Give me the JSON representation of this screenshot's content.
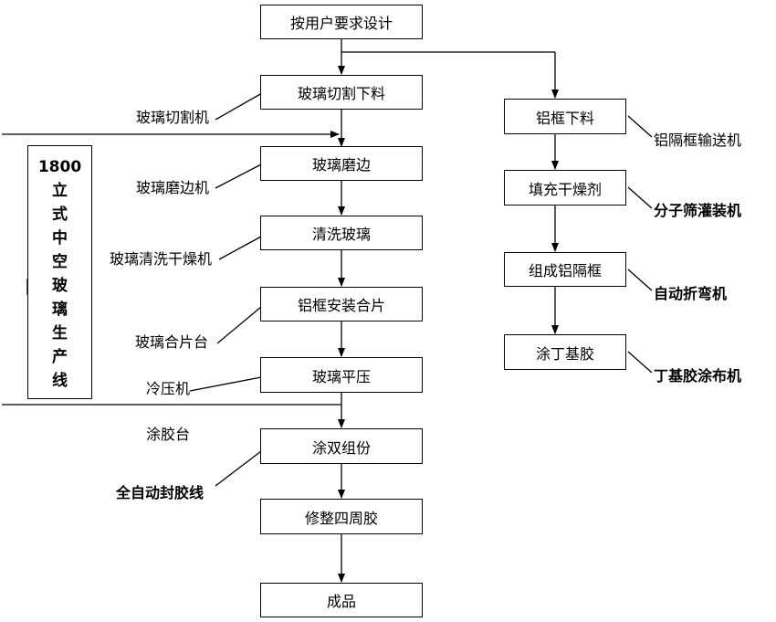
{
  "left_steps": [
    "按用户要求设计",
    "玻璃切割下料",
    "玻璃磨边",
    "清洗玻璃",
    "铝框安装合片",
    "玻璃平压",
    "涂双组份",
    "修整四周胶",
    "成品"
  ],
  "right_steps": [
    "铝框下料",
    "填充干燥剂",
    "组成铝隔框",
    "涂丁基胶"
  ],
  "left_machines": [
    "玻璃切割机",
    "玻璃磨边机",
    "玻璃清洗干燥机",
    "玻璃合片台",
    "冷压机",
    "涂胶台",
    "全自动封胶线"
  ],
  "right_machines": [
    "铝隔框输送机",
    "分子筛灌装机",
    "自动折弯机",
    "丁基胶涂布机"
  ],
  "line_title": {
    "number": "1800",
    "chars": [
      "立",
      "式",
      "中",
      "空",
      "玻",
      "璃",
      "生",
      "产",
      "线"
    ]
  }
}
